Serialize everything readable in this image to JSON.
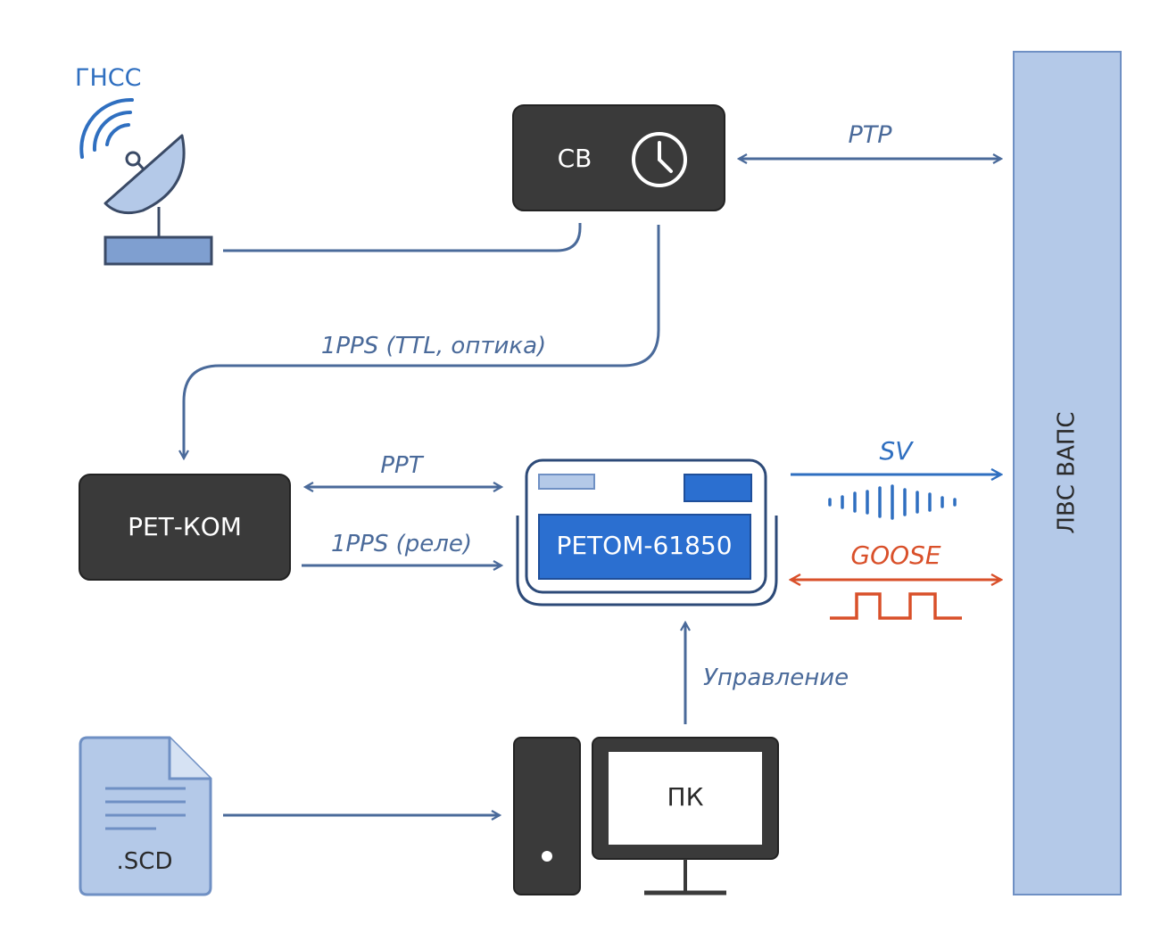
{
  "colors": {
    "line": "#4a6a9a",
    "blue_text": "#2f6fc0",
    "orange": "#d9502a",
    "dark_box": "#3a3a3a",
    "light_blue_fill": "#b4c9e8",
    "device_blue": "#2b6fd0"
  },
  "nodes": {
    "gnss_label": "ГНСС",
    "sv_label": "СВ",
    "ret_kom_label": "РЕТ-КОМ",
    "retom_label": "РЕТОМ-61850",
    "pc_label": "ПК",
    "scd_label": ".SCD",
    "lan_label": "ЛВС ВАПС"
  },
  "icons": {
    "satellite": "satellite-dish-icon",
    "clock": "clock-icon",
    "file": "scd-file-icon",
    "computer": "computer-icon",
    "sv_signal": "sv-waveform-icon",
    "goose_signal": "goose-square-wave-icon"
  },
  "links": {
    "ptp": "PTP",
    "pps_ttl": "1PPS (TTL, оптика)",
    "ppt": "РРТ",
    "pps_relay": "1PPS (реле)",
    "sv": "SV",
    "goose": "GOOSE",
    "control": "Управление"
  }
}
